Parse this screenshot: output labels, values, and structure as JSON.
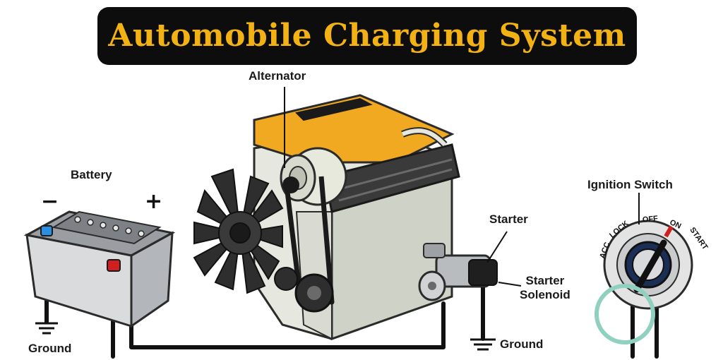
{
  "title": "Automobile Charging System",
  "labels": {
    "alternator": "Alternator",
    "battery": "Battery",
    "minus": "−",
    "plus": "+",
    "ground_left": "Ground",
    "starter": "Starter",
    "starter_solenoid": "Starter\nSolenoid",
    "ground_right": "Ground",
    "ignition_switch": "Ignition Switch"
  },
  "ignition_positions": [
    "ACC",
    "LOCK",
    "OFF",
    "ON",
    "START"
  ],
  "colors": {
    "title_bg": "#0d0d0d",
    "title_text": "#f3b214",
    "engine_cover": "#f2a922",
    "wire": "#111111",
    "battery_positive": "#d11f1f",
    "battery_negative": "#2a8fe0",
    "key_ring": "#8fd1be"
  }
}
